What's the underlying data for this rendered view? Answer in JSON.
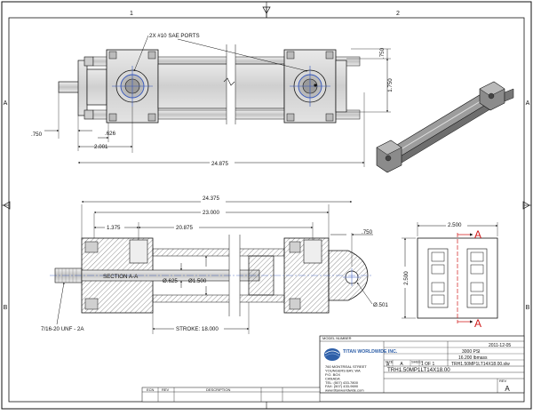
{
  "zones": {
    "top": [
      "1",
      "2"
    ],
    "side": [
      "A",
      "B"
    ]
  },
  "top_view": {
    "ports_note": "2X #10 SAE PORTS",
    "dims": {
      "left_offset": ".750",
      "to_port": ".626",
      "to_body": "2.001",
      "overall": "24.875",
      "right_top": ".750",
      "right_height": "1.750"
    }
  },
  "section_view": {
    "dims": {
      "overall": "24.375",
      "body": "23.000",
      "left_port": "1.375",
      "port_to_port": "20.875",
      "clevis": ".750"
    },
    "labels": {
      "section": "SECTION A-A",
      "rod_dia": "Ø.625",
      "bore_dia": "Ø1.500",
      "pin_dia": "Ø.501",
      "thread": "7/16-20 UNF - 2A",
      "stroke": "STROKE: 18.000"
    }
  },
  "end_view": {
    "width": "2.500",
    "height": "2.500",
    "section_letter_top": "A",
    "section_letter_bottom": "A"
  },
  "title_block": {
    "model_number_label": "MODEL NUMBER",
    "company": "TITAN WORLDWIDE INC.",
    "address_lines": [
      "760 MONTREAL STREET",
      "YOUNGERS BAY, WA",
      "P.O. BOX",
      "CANADA"
    ],
    "phone_lines": [
      "TEL: (507) 433-7800",
      "FAX: (507) 433-9690"
    ],
    "website": "www.titanworldwide.com",
    "date": "2011-12-05",
    "pressure": "3000 PSI",
    "weight": "16.200 lbmass",
    "size_label": "SIZE",
    "size": "A",
    "rev_label": "REV",
    "rev": "A",
    "sheet_label": "SHEET",
    "sheet": "1 OF 1",
    "filename": "TRH1.50MP1LT14X18.00.slw",
    "part_number": "TRH1.50MP1LT14X18.00"
  },
  "revision_table": {
    "headers": [
      "ECN",
      "REV",
      "DESCRIPTION"
    ]
  }
}
